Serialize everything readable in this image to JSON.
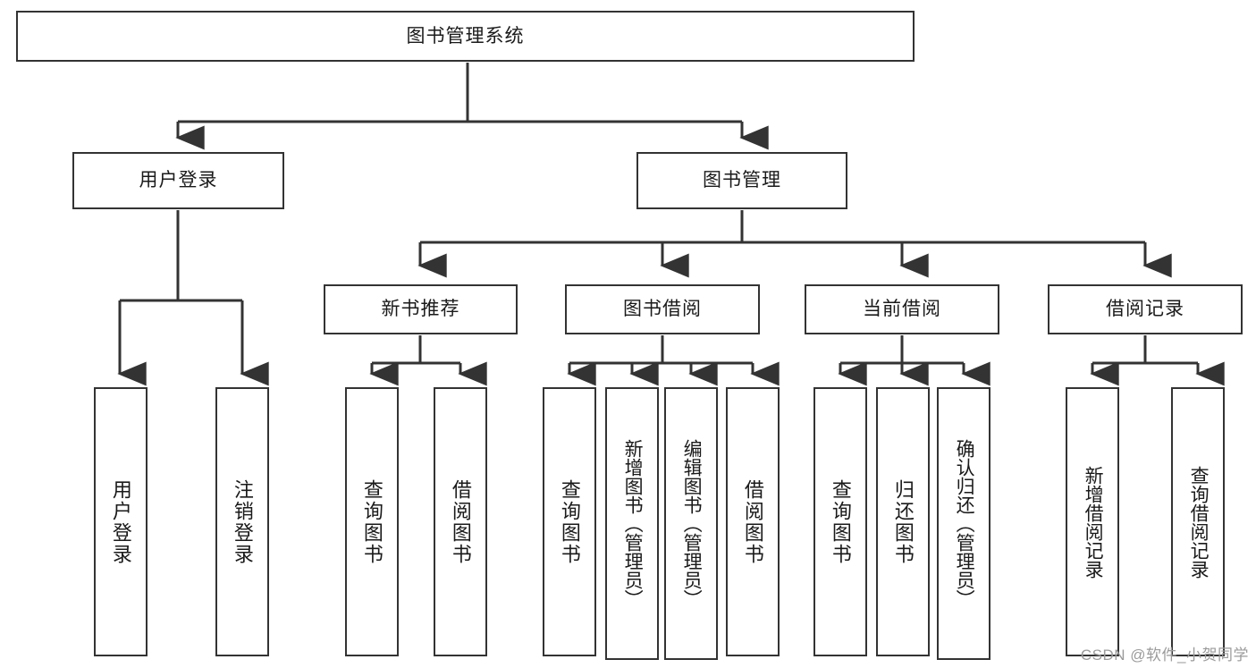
{
  "diagram": {
    "type": "tree",
    "title": "图书管理系统",
    "orientation": "top-down",
    "line_color": "#333333",
    "box_border_color": "#333333",
    "box_fill_color": "#ffffff",
    "text_color": "#1a1a1a",
    "watermark": "CSDN @软件_小贺同学"
  },
  "nodes": {
    "root": {
      "label": "图书管理系统"
    },
    "level2": [
      {
        "label": "用户登录"
      },
      {
        "label": "图书管理"
      }
    ],
    "level3": [
      {
        "label": "新书推荐"
      },
      {
        "label": "图书借阅"
      },
      {
        "label": "当前借阅"
      },
      {
        "label": "借阅记录"
      }
    ],
    "leaves": {
      "user_login": [
        {
          "label": "用户登录"
        },
        {
          "label": "注销登录"
        }
      ],
      "new_book_recommend": [
        {
          "label": "查询图书"
        },
        {
          "label": "借阅图书"
        }
      ],
      "book_borrow": [
        {
          "label": "查询图书"
        },
        {
          "label": "新增图书（管理员）"
        },
        {
          "label": "编辑图书（管理员）"
        },
        {
          "label": "借阅图书"
        }
      ],
      "current_borrow": [
        {
          "label": "查询图书"
        },
        {
          "label": "归还图书"
        },
        {
          "label": "确认归还（管理员）"
        }
      ],
      "borrow_record": [
        {
          "label": "新增借阅记录"
        },
        {
          "label": "查询借阅记录"
        }
      ]
    }
  }
}
